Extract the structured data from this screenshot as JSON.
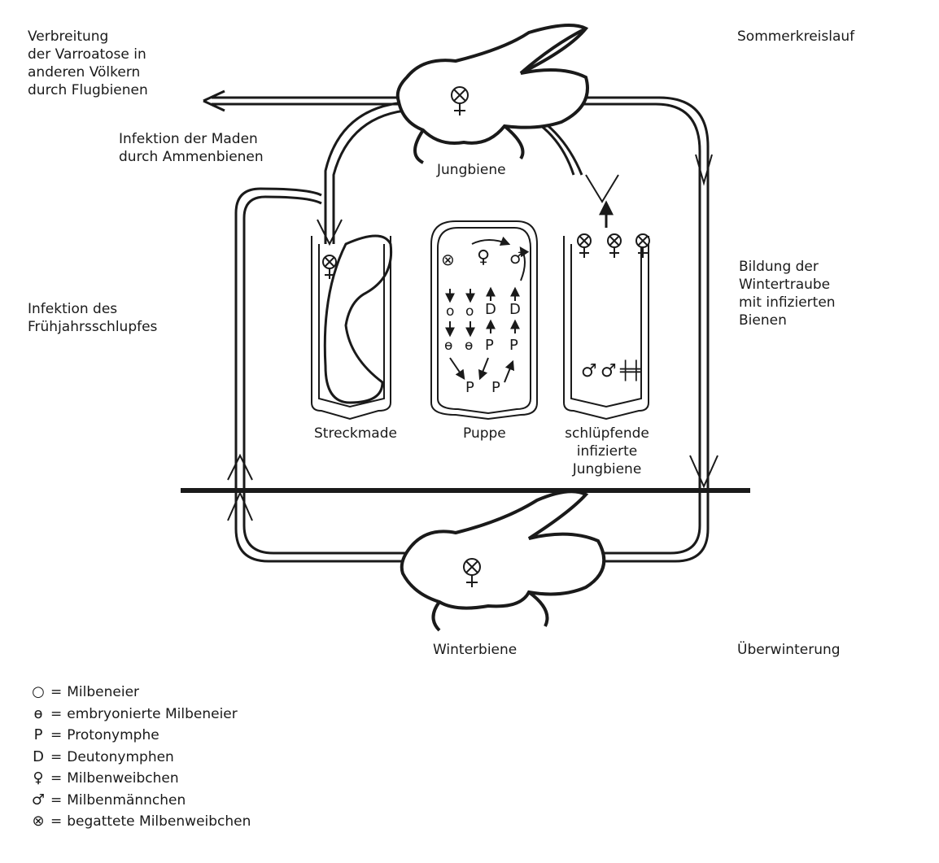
{
  "labels": {
    "spread": [
      "Verbreitung",
      "der Varroatose in",
      "anderen Völkern",
      "durch Flugbienen"
    ],
    "summer_cycle": "Sommerkreislauf",
    "larva_infection": [
      "Infektion der Maden",
      "durch Ammenbienen"
    ],
    "young_bee": "Jungbiene",
    "spring_infection": [
      "Infektion des",
      "Frühjahrsschlupfes"
    ],
    "winter_cluster": [
      "Bildung der",
      "Wintertraube",
      "mit infizierten",
      "Bienen"
    ],
    "stretched_larva": "Streckmade",
    "pupa": "Puppe",
    "hatching": [
      "schlüpfende",
      "infizierte",
      "Jungbiene"
    ],
    "winter_bee": "Winterbiene",
    "overwintering": "Überwinterung"
  },
  "cell_symbols": {
    "female": "♀",
    "male": "♂",
    "egg": "o",
    "embryonated_egg": "ɵ",
    "protonymph": "P",
    "deutonymph": "D"
  },
  "legend": [
    {
      "symbol": "○",
      "text": "Milbeneier"
    },
    {
      "symbol": "ɵ",
      "text": "embryonierte Milbeneier"
    },
    {
      "symbol": "P",
      "text": "Protonymphe"
    },
    {
      "symbol": "D",
      "text": "Deutonymphen"
    },
    {
      "symbol": "♀",
      "text": "Milbenweibchen"
    },
    {
      "symbol": "♂",
      "text": "Milbenmännchen"
    },
    {
      "symbol": "⊗",
      "text": "begattete Milbenweibchen"
    }
  ]
}
